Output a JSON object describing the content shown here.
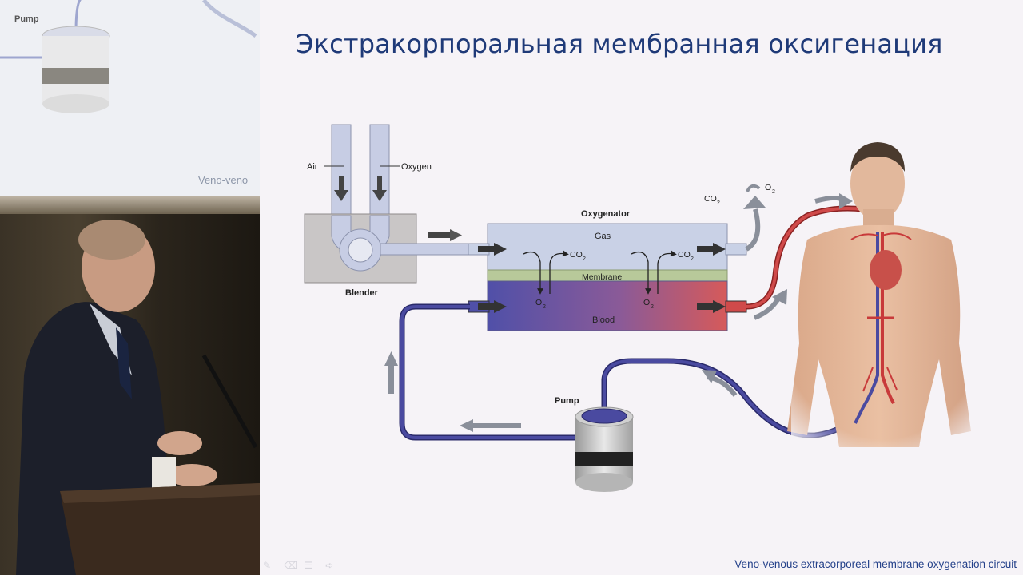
{
  "slide": {
    "title": "Экстракорпоральная мембранная оксигенация",
    "caption": "Veno-venous extracorporeal membrane oxygenation circuit"
  },
  "camera": {
    "mini_slide_pump_label": "Pump",
    "mini_slide_caption": "Veno-veno"
  },
  "diagram": {
    "labels": {
      "air": "Air",
      "oxygen": "Oxygen",
      "blender": "Blender",
      "oxygenator": "Oxygenator",
      "gas": "Gas",
      "membrane": "Membrane",
      "blood": "Blood",
      "pump": "Pump",
      "co2": "CO",
      "o2": "O",
      "sub2": "2"
    }
  },
  "colors": {
    "title": "#1f3a78",
    "caption": "#24418a",
    "venous_blood": "#4a4aa0",
    "arterial_blood": "#d04a4a",
    "gas_chamber": "#c9d1e6",
    "membrane": "#b8c99a",
    "blender": "#c9c6c6"
  },
  "icons": [
    "pen-icon",
    "eraser-icon",
    "menu-icon",
    "next-icon"
  ]
}
